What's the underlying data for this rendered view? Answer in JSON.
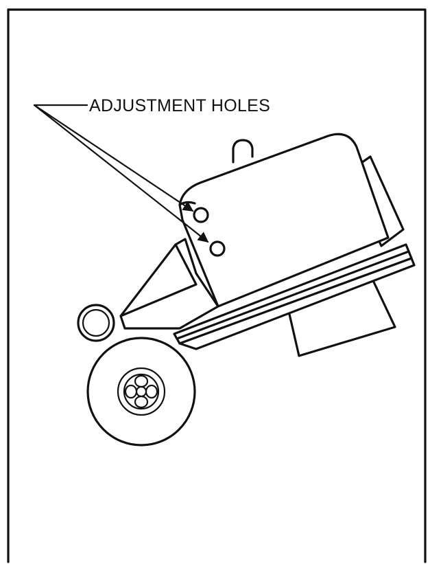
{
  "callout": {
    "label": "ADJUSTMENT HOLES",
    "points_to": [
      "upper-adjustment-hole",
      "lower-adjustment-hole"
    ]
  },
  "colors": {
    "ink": "#111111",
    "background": "#ffffff"
  }
}
